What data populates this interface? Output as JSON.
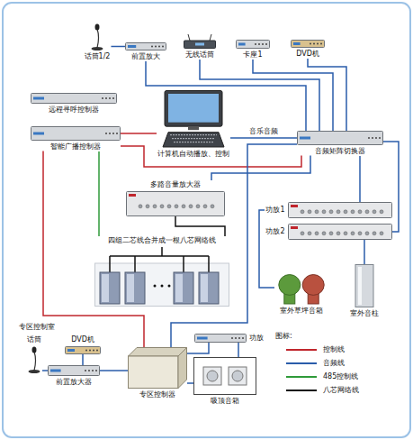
{
  "diagram": {
    "nodes": [
      {
        "text": [
          "话筒1/2"
        ]
      },
      {
        "text": [
          "前置放大"
        ]
      },
      {
        "text": [
          "无线话筒"
        ]
      },
      {
        "text": [
          "卡座1"
        ]
      },
      {
        "text": [
          "DVD机"
        ]
      },
      {
        "text": [
          "远程寻呼控制器"
        ]
      },
      {
        "text": [
          "智能广播控制器"
        ]
      },
      {
        "text": [
          "计算机自动播放、控制"
        ]
      },
      {
        "text": [
          "音频矩阵切换器"
        ]
      },
      {
        "text": [
          "多路音量放大器"
        ]
      },
      {
        "text": [
          "功放1"
        ]
      },
      {
        "text": [
          "功放2"
        ]
      },
      {
        "text": [
          "四组二芯线合并成一根八芯网络线"
        ]
      },
      {
        "text": [
          "室外草坪音箱"
        ]
      },
      {
        "text": [
          "室外音柱"
        ]
      },
      {
        "text": [
          "话筒"
        ]
      },
      {
        "text": [
          "DVD机"
        ]
      },
      {
        "text": [
          "前置放大器"
        ]
      },
      {
        "text": [
          "专区控制器"
        ]
      },
      {
        "text": [
          "功放"
        ]
      },
      {
        "text": [
          "吸顶音箱"
        ]
      }
    ],
    "edges": [
      {
        "from": 0,
        "to": 1,
        "arrow": "none"
      },
      {
        "from": 1,
        "to": 8,
        "arrow": "none"
      },
      {
        "from": 2,
        "to": 8,
        "arrow": "none"
      },
      {
        "from": 3,
        "to": 8,
        "arrow": "none"
      },
      {
        "from": 4,
        "to": 8,
        "arrow": "none"
      },
      {
        "from": 6,
        "to": 7,
        "arrow": "none"
      },
      {
        "from": 7,
        "to": 8,
        "label": "音乐音频",
        "arrow": "none"
      },
      {
        "from": 6,
        "to": 8,
        "arrow": "none"
      },
      {
        "from": 8,
        "to": 9,
        "arrow": "none"
      },
      {
        "from": 8,
        "to": 10,
        "arrow": "none"
      },
      {
        "from": 8,
        "to": 11,
        "arrow": "none"
      },
      {
        "from": 6,
        "to": 12,
        "arrow": "none"
      },
      {
        "from": 9,
        "to": 12,
        "arrow": "none"
      },
      {
        "from": 10,
        "to": 13,
        "arrow": "none"
      },
      {
        "from": 11,
        "to": 14,
        "arrow": "none"
      },
      {
        "from": 6,
        "to": 18,
        "arrow": "none"
      },
      {
        "from": 8,
        "to": 18,
        "arrow": "none"
      },
      {
        "from": 15,
        "to": 17,
        "arrow": "none"
      },
      {
        "from": 16,
        "to": 17,
        "arrow": "none"
      },
      {
        "from": 17,
        "to": 18,
        "arrow": "none"
      },
      {
        "from": 18,
        "to": 19,
        "arrow": "none"
      },
      {
        "from": 19,
        "to": 20,
        "arrow": "none"
      },
      {
        "from": 18,
        "to": 20,
        "arrow": "none"
      }
    ],
    "labels": [
      "专区控制室",
      "图标:"
    ],
    "legend": [
      {
        "text": "控制线",
        "color": "#c0262d"
      },
      {
        "text": "音频线",
        "color": "#2a5caa"
      },
      {
        "text": "485控制线",
        "color": "#2f9a3a"
      },
      {
        "text": "八芯网络线",
        "color": "#111111"
      }
    ]
  }
}
